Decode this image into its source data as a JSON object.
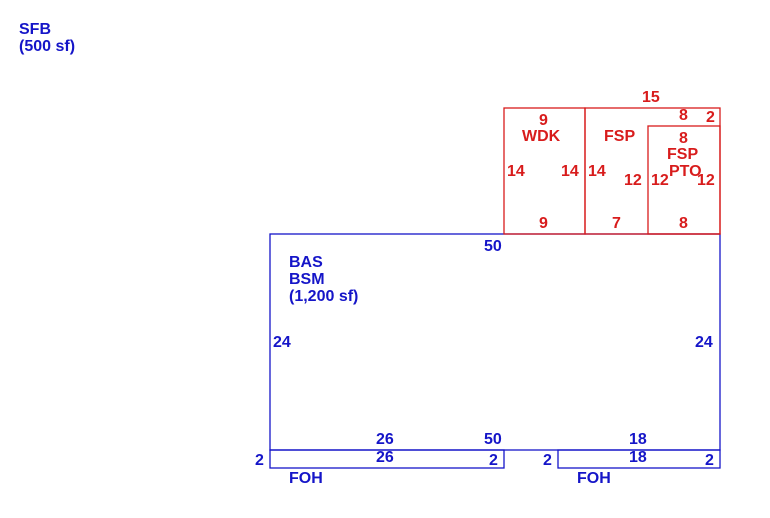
{
  "summary": {
    "code": "SFB",
    "area": "(500 sf)"
  },
  "main": {
    "code1": "BAS",
    "code2": "BSM",
    "area": "(1,200 sf)",
    "top": "50",
    "bottom": "50",
    "left": "24",
    "right": "24"
  },
  "wdk": {
    "label": "WDK",
    "top": "9",
    "bottom": "9",
    "left": "14",
    "right": "14"
  },
  "fsp": {
    "label": "FSP",
    "left": "14",
    "bottom": "7",
    "overall_top": "15"
  },
  "fsp_pto": {
    "label1": "FSP",
    "label2": "PTO",
    "top": "8",
    "small_top": "8",
    "small_right": "2",
    "left": "12",
    "inner_left": "12",
    "right": "12",
    "bottom": "8"
  },
  "foh_left": {
    "label": "FOH",
    "top_outer": "26",
    "top_inner": "26",
    "left": "2",
    "right": "2"
  },
  "foh_right": {
    "label": "FOH",
    "top_outer": "18",
    "top_inner": "18",
    "left": "2",
    "right": "2"
  },
  "colors": {
    "main": "#1515c8",
    "addition": "#d81c1c",
    "background": "#ffffff"
  }
}
